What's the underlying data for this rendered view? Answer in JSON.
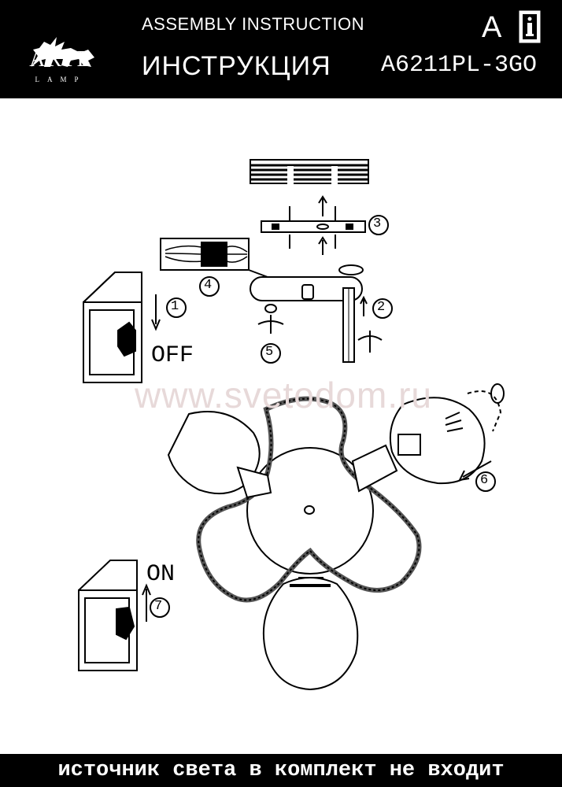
{
  "header": {
    "brand": "ARTE",
    "brand_sub": "LAMP",
    "title_en": "ASSEMBLY INSTRUCTION",
    "title_ru": "ИНСТРУКЦИЯ",
    "model": "A6211PL-3GO",
    "lang_letter": "A"
  },
  "diagram": {
    "label_off": "OFF",
    "label_on": "ON",
    "steps": [
      "1",
      "2",
      "3",
      "4",
      "5",
      "6",
      "7"
    ],
    "watermark": "www.svetodom.ru"
  },
  "footer": {
    "text": "источник света в комплект не входит"
  },
  "icons": [
    "griffin-logo-icon",
    "info-book-icon",
    "switch-off-icon",
    "switch-on-icon"
  ]
}
